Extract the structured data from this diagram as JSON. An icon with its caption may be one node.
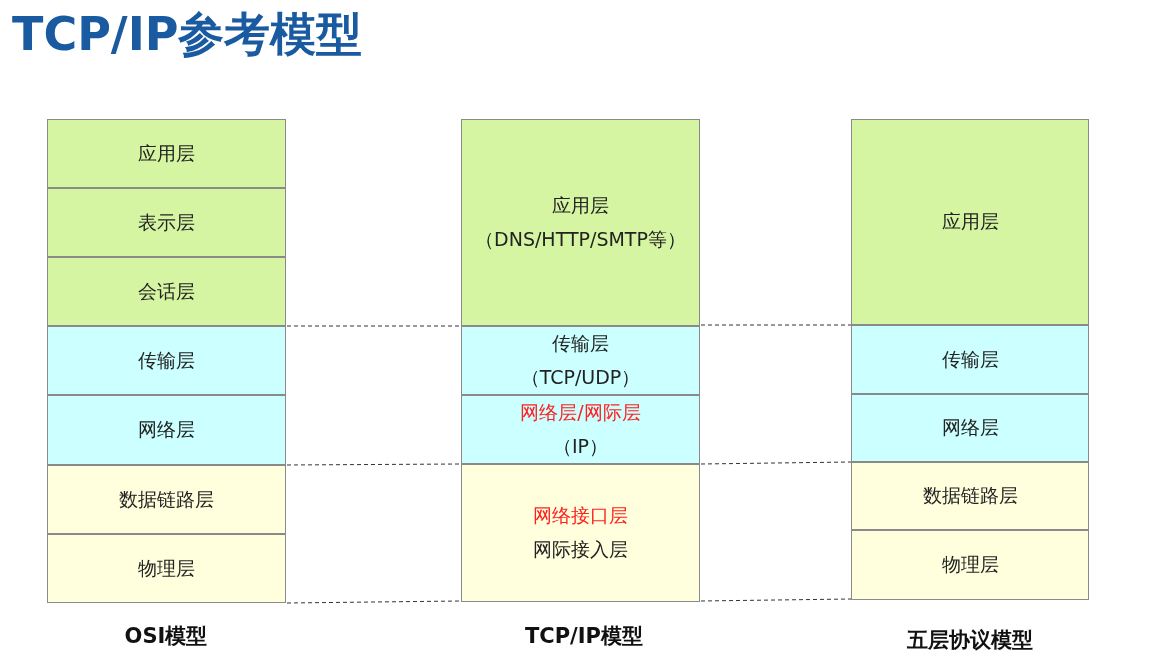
{
  "diagram": {
    "title": "TCP/IP参考模型",
    "nodes": [
      {
        "text": [
          "应用层"
        ]
      },
      {
        "text": [
          "表示层"
        ]
      },
      {
        "text": [
          "会话层"
        ]
      },
      {
        "text": [
          "传输层"
        ]
      },
      {
        "text": [
          "网络层"
        ]
      },
      {
        "text": [
          "数据链路层"
        ]
      },
      {
        "text": [
          "物理层"
        ]
      },
      {
        "text": [
          "应用层",
          "（DNS/HTTP/SMTP等）"
        ]
      },
      {
        "text": [
          "传输层",
          "（TCP/UDP）"
        ]
      },
      {
        "text": [
          "网络层/网际层",
          "（IP）"
        ]
      },
      {
        "text": [
          "网络接口层",
          "网际接入层"
        ]
      },
      {
        "text": [
          "应用层"
        ]
      },
      {
        "text": [
          "传输层"
        ]
      },
      {
        "text": [
          "网络层"
        ]
      },
      {
        "text": [
          "数据链路层"
        ]
      },
      {
        "text": [
          "物理层"
        ]
      }
    ],
    "edges": [],
    "labels": [
      "OSI模型",
      "TCP/IP模型",
      "五层协议模型"
    ]
  }
}
